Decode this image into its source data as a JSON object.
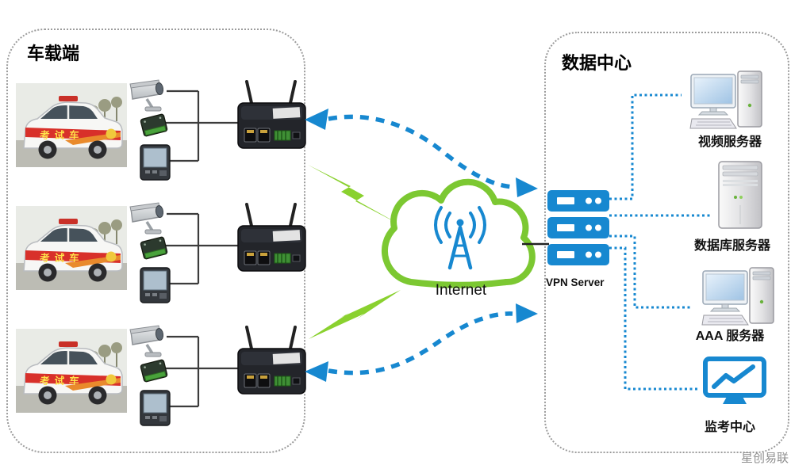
{
  "vehicle_area": {
    "title": "车载端",
    "car_label": "考试车",
    "rows": [
      {
        "car_photo": "examination-car-photo",
        "devices": [
          "cctv-camera-icon",
          "vehicle-terminal-icon",
          "display-screen-icon"
        ],
        "router": "cellular-router-icon"
      },
      {
        "car_photo": "examination-car-photo",
        "devices": [
          "cctv-camera-icon",
          "vehicle-terminal-icon",
          "display-screen-icon"
        ],
        "router": "cellular-router-icon"
      },
      {
        "car_photo": "examination-car-photo",
        "devices": [
          "cctv-camera-icon",
          "vehicle-terminal-icon",
          "display-screen-icon"
        ],
        "router": "cellular-router-icon"
      }
    ]
  },
  "cloud": {
    "label": "Internet",
    "icon": "antenna-tower-icon"
  },
  "links": {
    "wireless_arrow_icon": "blue-dashed-arrow",
    "lightning_icon": "green-lightning-bolt"
  },
  "datacenter": {
    "title": "数据中心",
    "vpn": {
      "label": "VPN Server",
      "units": 3,
      "icon": "server-stack-icon"
    },
    "servers": [
      {
        "label": "视频服务器",
        "icon": "workstation-icon"
      },
      {
        "label": "数据库服务器",
        "icon": "tower-server-icon"
      },
      {
        "label": "AAA 服务器",
        "icon": "workstation-icon"
      },
      {
        "label": "监考中心",
        "icon": "chart-monitor-icon"
      }
    ]
  },
  "watermark": "星创易联",
  "colors": {
    "accent_blue": "#1788d0",
    "accent_green": "#7cc832",
    "lightning_green": "#8ad12f",
    "panel_border": "#9c9c9c",
    "wire_black": "#3c3c3c",
    "car_banner_red": "#d8302a",
    "car_banner_text": "#ffe24a",
    "watermark_gray": "#8f8f8f"
  }
}
